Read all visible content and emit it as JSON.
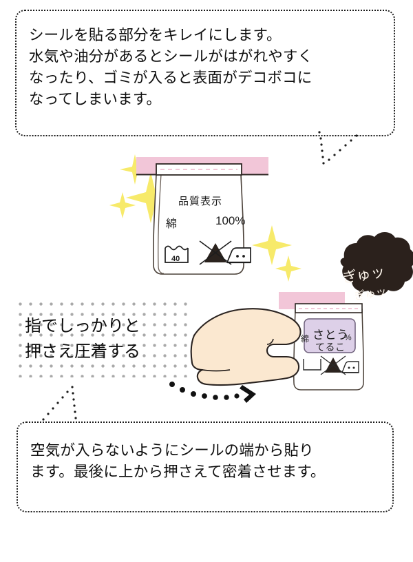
{
  "page": {
    "background_color": "#ffffff",
    "ink_color": "#111111"
  },
  "top_callout": {
    "text": "シールを貼る部分をキレイにします。\n水気や油分があるとシールがはがれやすく\nなったり、ゴミが入ると表面がデコボコに\nなってしまいます。",
    "border_style": "dotted",
    "border_color": "#1b1b1b"
  },
  "bottom_callout": {
    "text": "空気が入らないようにシールの端から貼り\nます。最後に上から押さえて密着させます。",
    "border_style": "dotted",
    "border_color": "#1b1b1b"
  },
  "dot_panel": {
    "text": "指でしっかりと\n押さえ圧着する",
    "dot_color": "#a9a9a9",
    "background_color": "#ffffff"
  },
  "garment_label_clean": {
    "title": "品質表示",
    "fiber": "綿",
    "percent": "100%",
    "care_symbols": [
      {
        "name": "wash-symbol",
        "value": "40"
      },
      {
        "name": "bleach-not-allowed-symbol",
        "value": ""
      },
      {
        "name": "iron-symbol",
        "value": ""
      }
    ],
    "tape_color": "#f2c6d8",
    "outline_color": "#4a4038"
  },
  "garment_label_pressed": {
    "fiber": "綿",
    "percent": "%",
    "tape_color": "#f2c6d8",
    "outline_color": "#4a4038"
  },
  "name_sticker": {
    "line1": "さとう",
    "line2": "てるこ",
    "fill_color": "#ddd0e8",
    "outline_color": "#6d5f7a"
  },
  "hand": {
    "skin_color": "#fbe8d0",
    "outline_color": "#2a2320"
  },
  "press_burst": {
    "line1": "ぎゅッ",
    "line2": "ぎゅッ",
    "fill_color": "#2b211c",
    "text_color": "#fdf6ec"
  },
  "sparkles": {
    "color": "#f7ea6a",
    "count": 5
  },
  "flow_arrow": {
    "name": "dotted-arrow",
    "color": "#111111",
    "direction": "right"
  }
}
